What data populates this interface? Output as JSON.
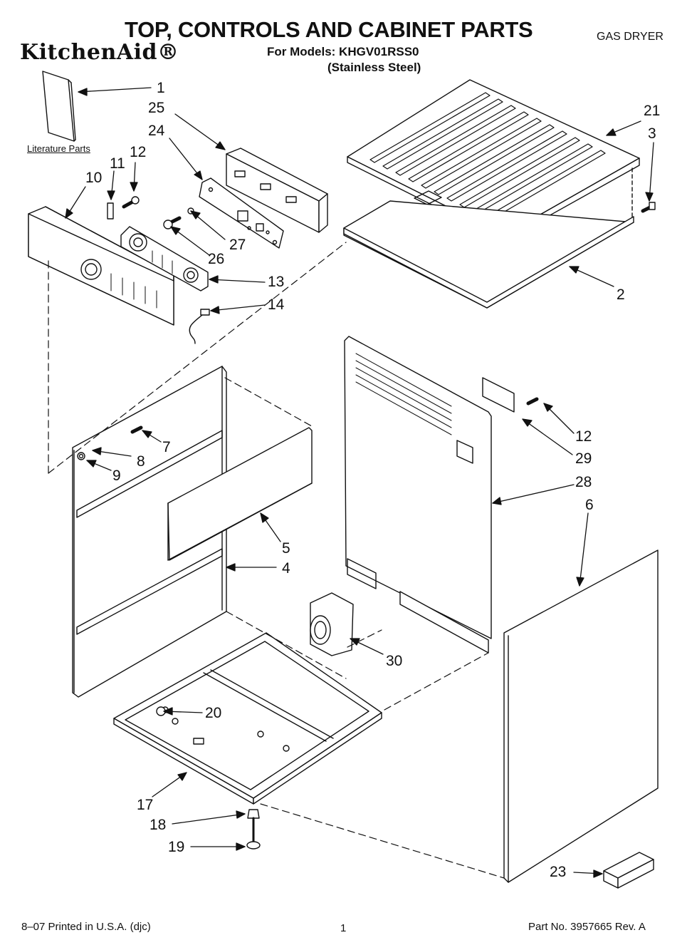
{
  "header": {
    "title": "TOP, CONTROLS  AND CABINET PARTS",
    "brand": "KitchenAid®",
    "subtitle": "GAS DRYER",
    "models": "For Models: KHGV01RSS0",
    "finish": "(Stainless Steel)"
  },
  "diagram": {
    "literature_label": "Literature Parts",
    "callouts": [
      "1",
      "25",
      "24",
      "12",
      "11",
      "10",
      "27",
      "26",
      "13",
      "14",
      "21",
      "3",
      "2",
      "7",
      "8",
      "9",
      "5",
      "4",
      "12",
      "29",
      "28",
      "6",
      "30",
      "20",
      "17",
      "18",
      "19",
      "23"
    ]
  },
  "footer": {
    "print_info": "8–07 Printed in U.S.A. (djc)",
    "page_number": "1",
    "part_number": "Part No. 3957665 Rev. A"
  }
}
